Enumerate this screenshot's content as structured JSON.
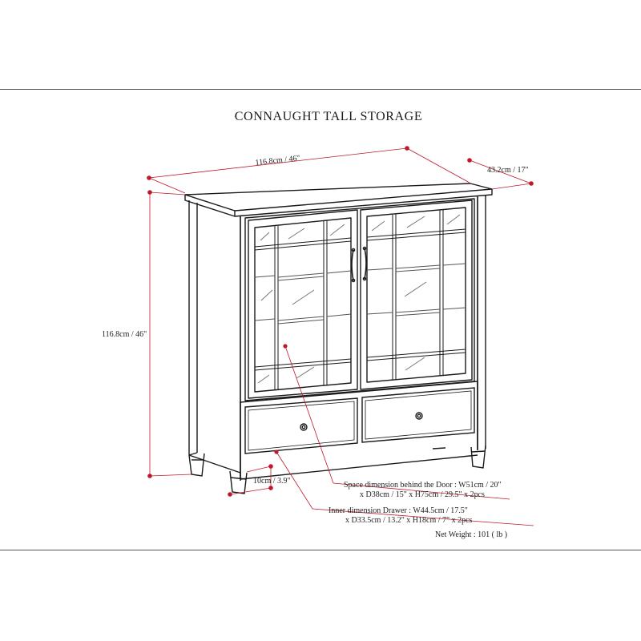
{
  "title": "CONNAUGHT TALL STORAGE",
  "dimensions": {
    "width": "116.8cm / 46\"",
    "depth": "43.2cm / 17\"",
    "height": "116.8cm / 46\"",
    "leg": "10cm / 3.9\""
  },
  "notes": {
    "door_space_line1": "Space dimension behind the Door  : W51cm / 20\"",
    "door_space_line2": "x D38cm / 15\" x H75cm / 29.5\" x 2pcs",
    "drawer_line1": "Inner dimension Drawer : W44.5cm / 17.5\"",
    "drawer_line2": "x D33.5cm / 13.2\" x H18cm / 7\" x 2pcs",
    "net_weight": "Net Weight : 101 ( lb )"
  },
  "colors": {
    "line": "#1a1a1a",
    "dimension": "#c0182b",
    "accent": "#c0182b"
  }
}
